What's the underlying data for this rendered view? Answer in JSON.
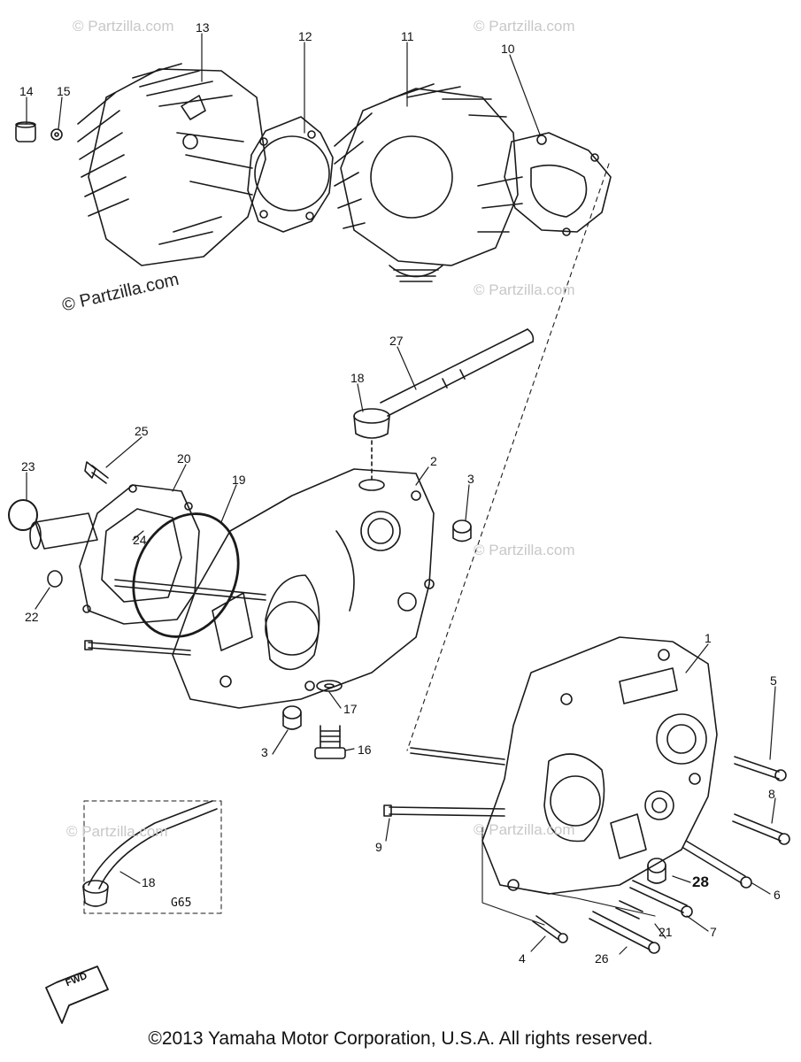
{
  "watermarks": {
    "w1": "© Partzilla.com",
    "w2": "© Partzilla.com",
    "w3": "© Partzilla.com",
    "w4": "© Partzilla.com",
    "w5": "© Partzilla.com",
    "w6": "© Partzilla.com",
    "main": "© Partzilla.com"
  },
  "callouts": {
    "c1": "1",
    "c2": "2",
    "c3a": "3",
    "c3b": "3",
    "c4": "4",
    "c5": "5",
    "c6": "6",
    "c7": "7",
    "c8": "8",
    "c9": "9",
    "c10": "10",
    "c11": "11",
    "c12": "12",
    "c13": "13",
    "c14": "14",
    "c15": "15",
    "c16": "16",
    "c17": "17",
    "c18a": "18",
    "c18b": "18",
    "c19": "19",
    "c20": "20",
    "c21": "21",
    "c22": "22",
    "c23": "23",
    "c24": "24",
    "c25": "25",
    "c26": "26",
    "c27": "27",
    "c28": "28"
  },
  "inset": {
    "code": "G65"
  },
  "fwd_badge": "FWD",
  "footer": "©2013 Yamaha Motor Corporation, U.S.A. All rights reserved.",
  "colors": {
    "line": "#1a1a1a",
    "watermark": "#c8c8c8",
    "background": "#ffffff"
  }
}
